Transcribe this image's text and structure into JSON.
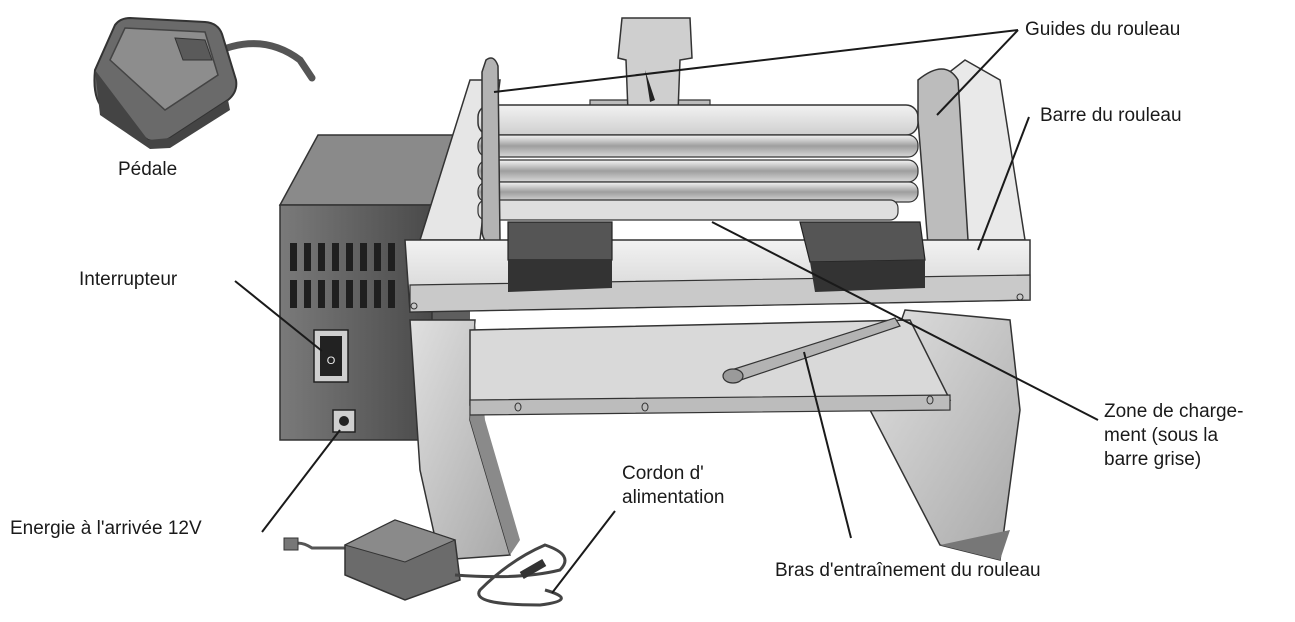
{
  "labels": {
    "pedal": "Pédale",
    "switch": "Interrupteur",
    "power_in": "Energie à l'arrivée 12V",
    "cord": "Cordon d'\nalimentation",
    "roller_guides": "Guides du rouleau",
    "roller_bar": "Barre du rouleau",
    "loading_zone": "Zone de charge-\nment (sous la\nbarre grise)",
    "drive_arm": "Bras d'entraînement du rouleau"
  },
  "colors": {
    "line": "#1a1a1a",
    "metal_light": "#e6e6e6",
    "metal_mid": "#bdbdbd",
    "metal_dark": "#5a5a5a"
  }
}
